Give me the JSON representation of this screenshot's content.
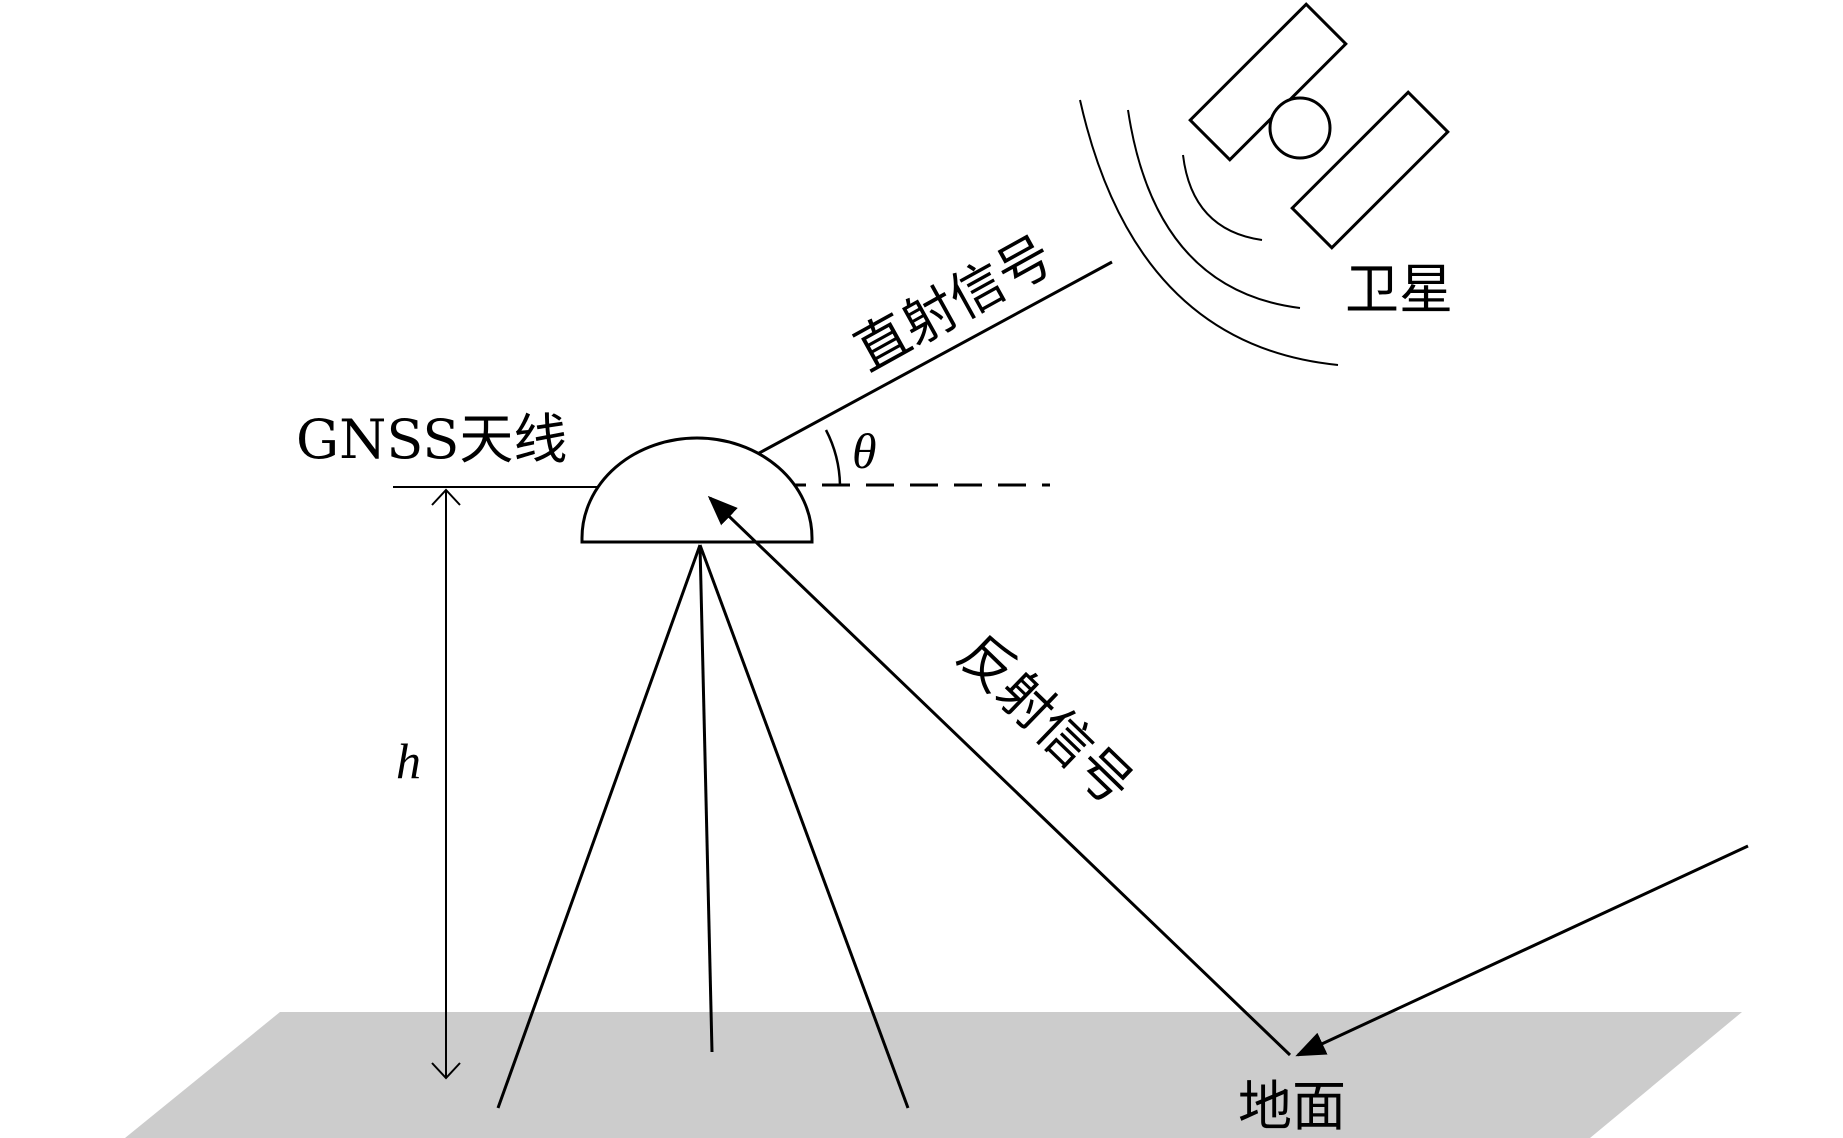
{
  "labels": {
    "satellite": "卫星",
    "direct_signal": "直射信号",
    "reflected_signal": "反射信号",
    "antenna": "GNSS天线",
    "ground": "地面",
    "height_symbol": "h",
    "angle_symbol": "θ"
  },
  "colors": {
    "ground_fill": "#cccccc",
    "stroke": "#000000"
  }
}
